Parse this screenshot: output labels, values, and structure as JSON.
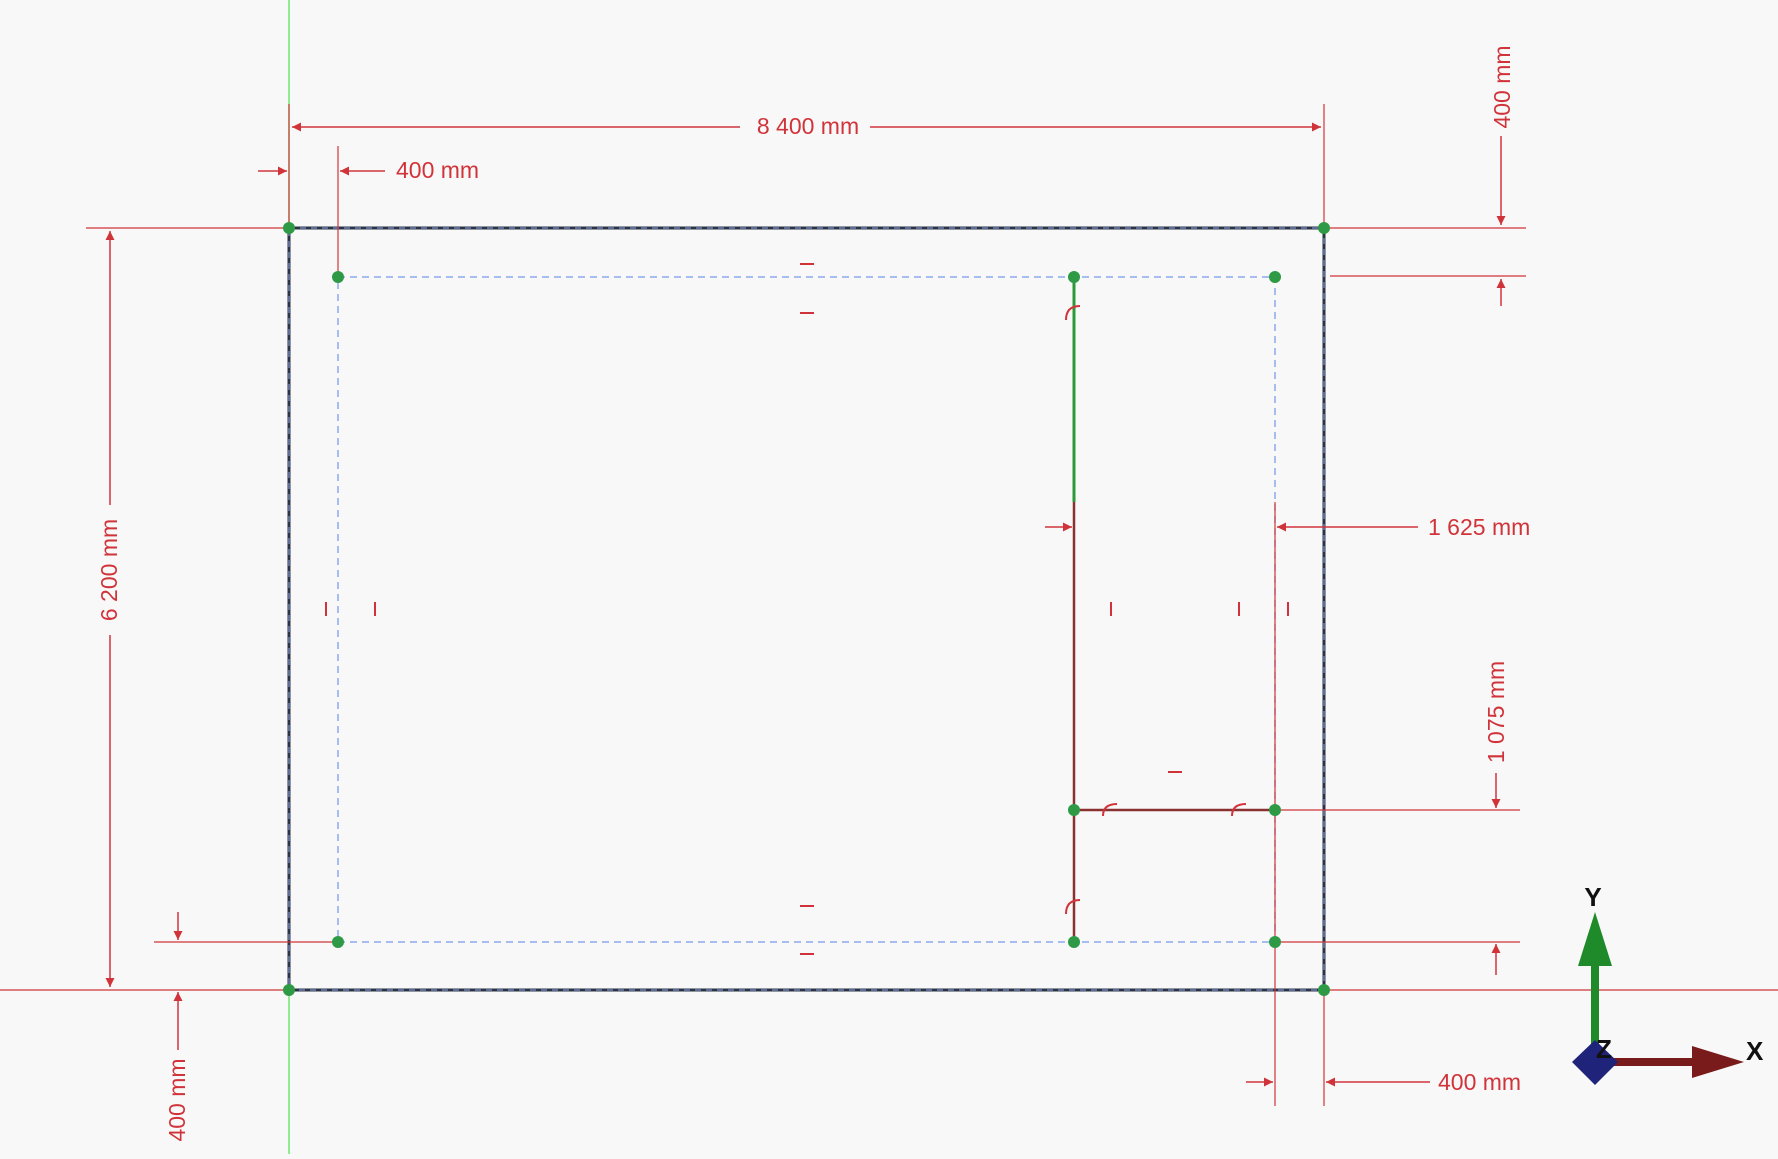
{
  "colors": {
    "background": "#f8f8f8",
    "dimension": "#d0343a",
    "outline": "#2b3344",
    "construction": "#8ea9ec",
    "constrained": "#2c9a3a",
    "point": "#2e9a45",
    "y_axis_line": "#6ee86e",
    "axis_x": "#7a1b1b",
    "axis_y": "#1f8a2a",
    "axis_z": "#1f237a"
  },
  "dimensions": {
    "width_total": "8 400 mm",
    "offset_left": "400 mm",
    "offset_top": "400 mm",
    "height_total": "6 200 mm",
    "offset_bottom": "400 mm",
    "offset_right": "400 mm",
    "room_width": "1 625 mm",
    "room_height": "1 075 mm"
  },
  "axes": {
    "x_label": "X",
    "y_label": "Y",
    "z_label": "Z"
  }
}
